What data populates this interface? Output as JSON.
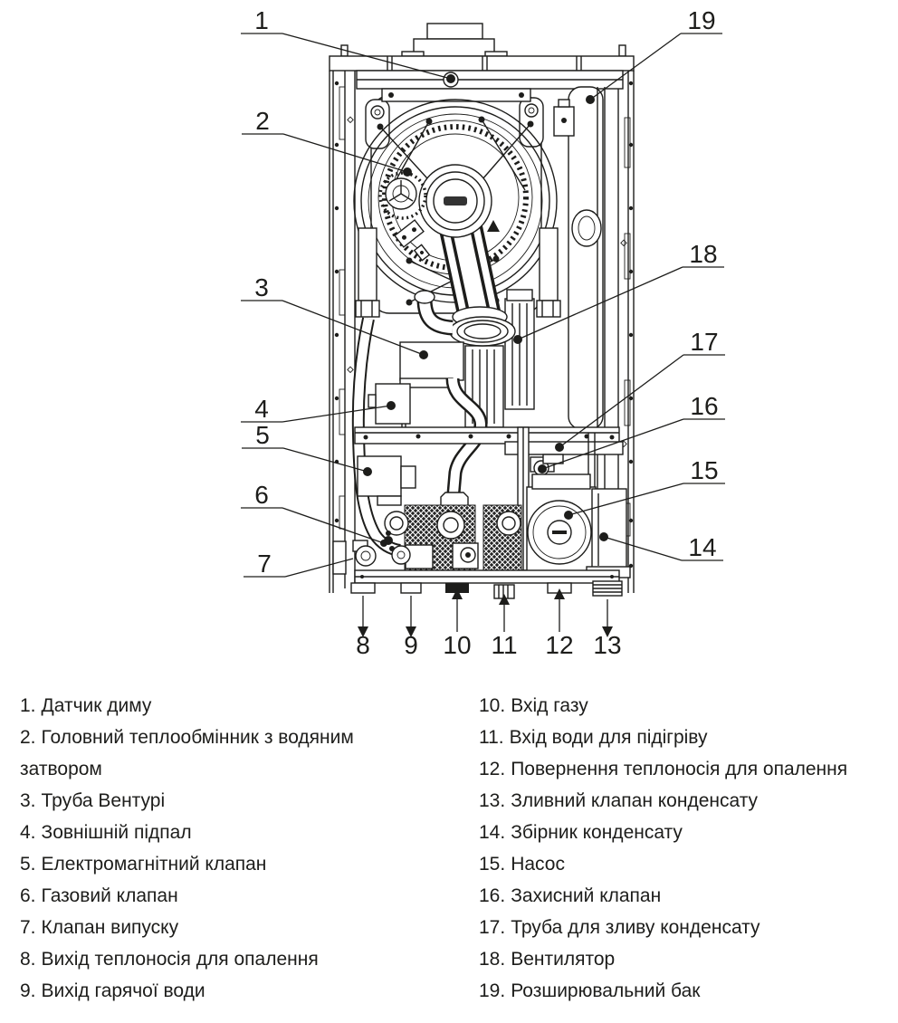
{
  "colors": {
    "ink": "#1d1d1b",
    "background": "#ffffff"
  },
  "diagram": {
    "callout_numbers": [
      "1",
      "2",
      "3",
      "4",
      "5",
      "6",
      "7",
      "8",
      "9",
      "10",
      "11",
      "12",
      "13",
      "14",
      "15",
      "16",
      "17",
      "18",
      "19"
    ],
    "bottom_ports": [
      {
        "num": "8",
        "arrow": "down"
      },
      {
        "num": "9",
        "arrow": "down"
      },
      {
        "num": "10",
        "arrow": "up"
      },
      {
        "num": "11",
        "arrow": "up"
      },
      {
        "num": "12",
        "arrow": "up"
      },
      {
        "num": "13",
        "arrow": "down"
      }
    ]
  },
  "legend": {
    "left": [
      {
        "num": "1.",
        "label": "Датчик диму"
      },
      {
        "num": "2.",
        "label": "Головний теплообмінник з водяним затвором"
      },
      {
        "num": "3.",
        "label": "Труба Вентурі"
      },
      {
        "num": "4.",
        "label": "Зовнішній підпал"
      },
      {
        "num": "5.",
        "label": "Електромагнітний клапан"
      },
      {
        "num": "6.",
        "label": "Газовий клапан"
      },
      {
        "num": "7.",
        "label": "Клапан випуску"
      },
      {
        "num": "8.",
        "label": "Вихід теплоносія для опалення"
      },
      {
        "num": "9.",
        "label": "Вихід гарячої води"
      }
    ],
    "right": [
      {
        "num": "10.",
        "label": "Вхід газу"
      },
      {
        "num": "11.",
        "label": "Вхід води для підігріву"
      },
      {
        "num": "12.",
        "label": "Повернення теплоносія для опалення"
      },
      {
        "num": "13.",
        "label": "Зливний клапан конденсату"
      },
      {
        "num": "14.",
        "label": "Збірник конденсату"
      },
      {
        "num": "15.",
        "label": "Насос"
      },
      {
        "num": "16.",
        "label": "Захисний клапан"
      },
      {
        "num": "17.",
        "label": "Труба для зливу конденсату"
      },
      {
        "num": "18.",
        "label": "Вентилятор"
      },
      {
        "num": "19.",
        "label": "Розширювальний бак"
      }
    ]
  }
}
